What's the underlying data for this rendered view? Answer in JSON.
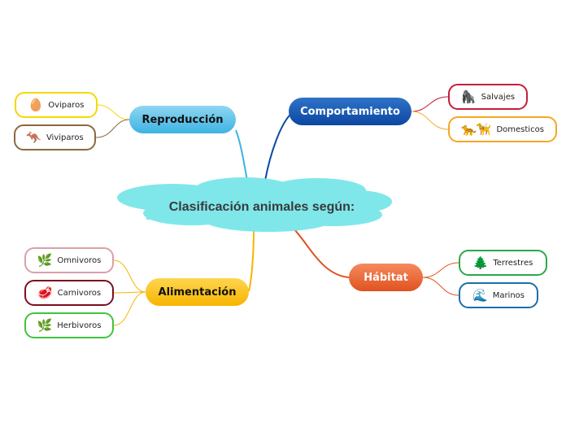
{
  "central": {
    "title": "Clasificación animales según:"
  },
  "topics": {
    "reproduccion": {
      "label": "Reproducción"
    },
    "comportamiento": {
      "label": "Comportamiento"
    },
    "alimentacion": {
      "label": "Alimentación"
    },
    "habitat": {
      "label": "Hábitat"
    }
  },
  "leaves": {
    "oviparos": {
      "label": "Oviparos",
      "icon": "🥚"
    },
    "viviparos": {
      "label": "Viviparos",
      "icon": "🦘"
    },
    "salvajes": {
      "label": "Salvajes",
      "icon": "🦍"
    },
    "domesticos": {
      "label": "Domesticos",
      "icon": "🐆🦮"
    },
    "omnivoros": {
      "label": "Omnivoros",
      "icon": "🌿"
    },
    "carnivoros": {
      "label": "Carnivoros",
      "icon": "🥩"
    },
    "herbivoros": {
      "label": "Herbivoros",
      "icon": "🌿"
    },
    "terrestres": {
      "label": "Terrestres",
      "icon": "🌲"
    },
    "marinos": {
      "label": "Marinos",
      "icon": "🌊"
    }
  }
}
